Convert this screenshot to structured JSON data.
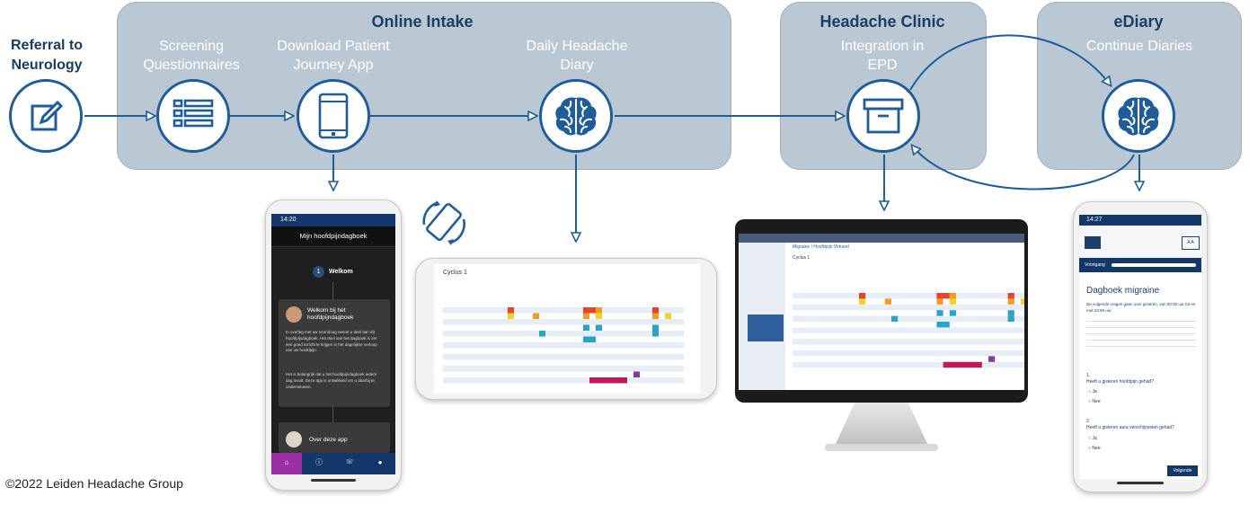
{
  "title_left": "Referral to Neurology",
  "panels": {
    "online_intake": "Online Intake",
    "headache_clinic": "Headache Clinic",
    "ediary": "eDiary"
  },
  "steps": {
    "screening": "Screening Questionnaires",
    "download": "Download Patient Journey App",
    "daily_diary": "Daily Headache Diary",
    "integration": "Integration in EPD",
    "continue": "Continue Diaries"
  },
  "icons": {
    "referral": "edit-icon",
    "screening": "list-icon",
    "download": "smartphone-icon",
    "daily_diary": "brain-icon",
    "integration": "archive-box-icon",
    "continue": "brain-icon",
    "rotate": "rotate-phone-icon"
  },
  "phone_app": {
    "time": "14:20",
    "header": "Mijn hoofdpijndagboek",
    "step_number": "1",
    "step_label": "Welkom",
    "card1_title": "Welkom bij het hoofdpijndagboek",
    "card1_body": "In overleg met uw neuroloog neemt u deel aan dit hoofdpijndagboek. Het doel van het dagboek is om een goed inzicht te krijgen in het dagelijkse verloop van uw hoofdpijn.",
    "card1_body2": "Het is belangrijk dat u het hoofdpijndagboek iedere dag invult. Deze app is ontwikkeld om u daarbij te ondersteunen.",
    "card2_title": "Over deze app"
  },
  "diary_tablet": {
    "title": "Cyclus 1"
  },
  "monitor": {
    "title": "Migraine / Hoofdpijn Virtueel",
    "subtitle": "Cyclus 1"
  },
  "ediary_phone": {
    "time": "14:27",
    "progress_label": "Voortgang",
    "title": "Dagboek migraine",
    "intro": "De volgende vragen gaan over gisteren, van 00:00 uur tot en met 23:59 uur.",
    "q1_number": "1.",
    "q1": "Heeft u gisteren hoofdpijn gehad?",
    "q2_number": "2.",
    "q2": "Heeft u gisteren aura verschijnselen gehad?",
    "option_yes": "Ja",
    "option_no": "Nee",
    "next_button": "Volgende"
  },
  "colors": {
    "panel": "#bac8d4",
    "accent": "#1e5d9a",
    "heading": "#1a3d63",
    "diary_red": "#e8432b",
    "diary_orange": "#f39c1f",
    "diary_yellow": "#f5d21f",
    "diary_teal": "#2aa3c9",
    "diary_magenta": "#c2185b",
    "diary_purple": "#7b3f9e"
  },
  "copyright": "©2022 Leiden Headache Group"
}
